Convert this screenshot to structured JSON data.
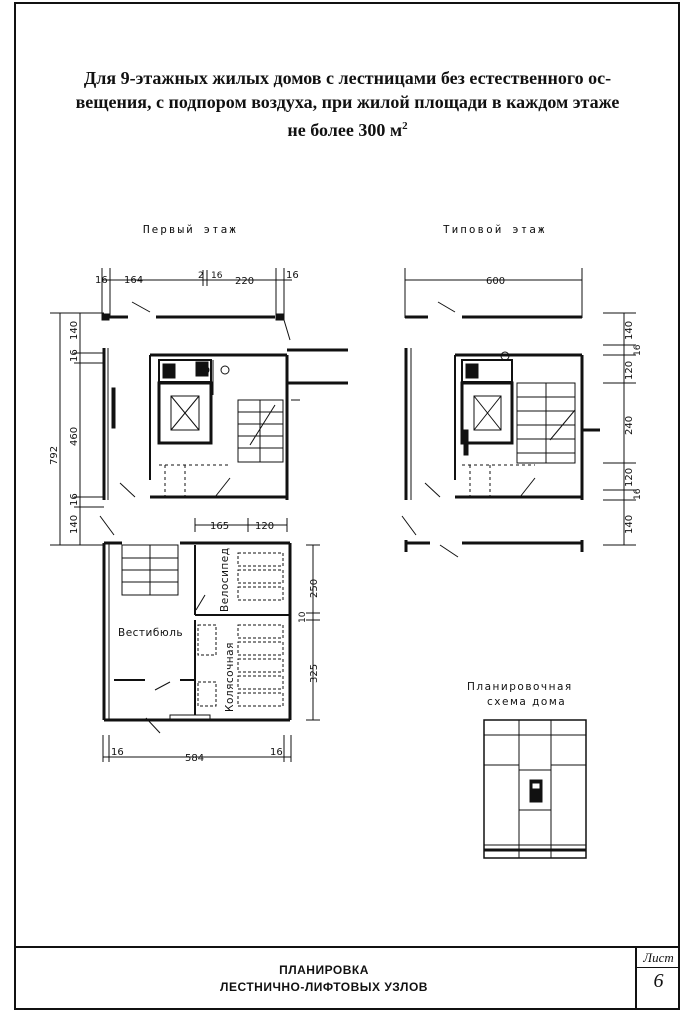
{
  "heading": {
    "line1": "Для 9-этажных жилых домов с лестницами без естественного ос-",
    "line2": "вещения, с подпором воздуха, при жилой площади в каждом этаже",
    "line3": "не более 300 м",
    "sup": "2"
  },
  "plans": {
    "first_floor": {
      "title": "Первый этаж",
      "dims": {
        "top_16a": "16",
        "top_164": "164",
        "top_2": "2",
        "top_16b": "16",
        "top_220": "220",
        "top_16c": "16",
        "left_140a": "140",
        "left_16a": "16",
        "left_460": "460",
        "left_792": "792",
        "left_16b": "16",
        "left_140b": "140",
        "mid_165": "165",
        "mid_120": "120",
        "right_250": "250",
        "right_10": "10",
        "right_325": "325",
        "bot_16a": "16",
        "bot_584": "584",
        "bot_16b": "16"
      },
      "rooms": {
        "lobby": "Вестибюль",
        "bicycle": "Велосипед",
        "stroller": "Колясочная"
      }
    },
    "typical_floor": {
      "title": "Типовой этаж",
      "dims": {
        "top_600": "600",
        "right_140a": "140",
        "right_16a": "16",
        "right_120a": "120",
        "right_240": "240",
        "right_120b": "120",
        "right_16b": "16",
        "left_140": "140"
      }
    },
    "site_scheme": {
      "title_l1": "Планировочная",
      "title_l2": "схема дома"
    }
  },
  "title_block": {
    "line1": "ПЛАНИРОВКА",
    "line2": "ЛЕСТНИЧНО-ЛИФТОВЫХ УЗЛОВ",
    "sheet_label": "Лист",
    "sheet_number": "6"
  }
}
